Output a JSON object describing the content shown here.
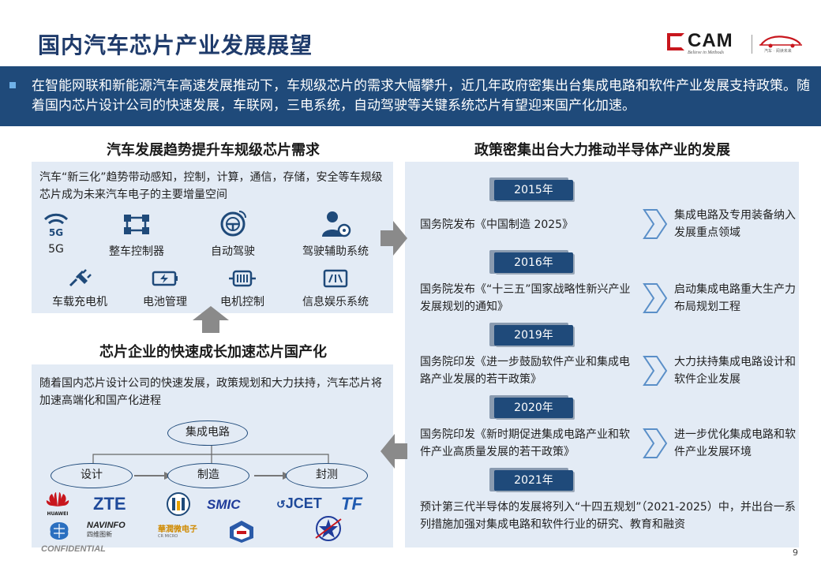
{
  "header": {
    "title": "国内汽车芯片产业发展展望",
    "logo_text": "CAM",
    "logo_slogan": "Believe in Methods",
    "logo2_sub": "汽车 · 阅读未来"
  },
  "banner": {
    "text": "在智能网联和新能源汽车高速发展推动下，车规级芯片的需求大幅攀升，近几年政府密集出台集成电路和软件产业发展支持政策。随着国内芯片设计公司的快速发展，车联网，三电系统，自动驾驶等关键系统芯片有望迎来国产化加速。"
  },
  "left_top": {
    "heading": "汽车发展趋势提升车规级芯片需求",
    "desc": "汽车“新三化”趋势带动感知，控制，计算，通信，存储，安全等车规级芯片成为未来汽车电子的主要增量空间",
    "icons": [
      {
        "label": "5G",
        "icon": "wifi-5g-icon"
      },
      {
        "label": "整车控制器",
        "icon": "vehicle-controller-icon"
      },
      {
        "label": "自动驾驶",
        "icon": "steering-wheel-icon"
      },
      {
        "label": "驾驶辅助系统",
        "icon": "driver-assist-icon"
      },
      {
        "label": "车载充电机",
        "icon": "charger-plug-icon"
      },
      {
        "label": "电池管理",
        "icon": "battery-icon"
      },
      {
        "label": "电机控制",
        "icon": "motor-icon"
      },
      {
        "label": "信息娱乐系统",
        "icon": "infotainment-icon"
      }
    ]
  },
  "left_bottom": {
    "heading": "芯片企业的快速成长加速芯片国产化",
    "desc": "随着国内芯片设计公司的快速发展，政策规划和大力扶持，汽车芯片将加速高端化和国产化进程",
    "flow": {
      "top": "集成电路",
      "steps": [
        "设计",
        "制造",
        "封测"
      ]
    },
    "logos": [
      "HUAWEI",
      "ZTE",
      "SMIC",
      "JCET",
      "TF",
      "NAVINFO",
      "四维图新",
      "華潤微电子",
      "CR MICRO"
    ]
  },
  "right": {
    "heading": "政策密集出台大力推动半导体产业的发展",
    "timeline": [
      {
        "year": "2015年",
        "policy": "国务院发布《中国制造 2025》",
        "result": "集成电路及专用装备纳入发展重点领域"
      },
      {
        "year": "2016年",
        "policy": "国务院发布《“十三五”国家战略性新兴产业发展规划的通知》",
        "result": "启动集成电路重大生产力布局规划工程"
      },
      {
        "year": "2019年",
        "policy": "国务院印发《进一步鼓励软件产业和集成电路产业发展的若干政策》",
        "result": "大力扶持集成电路设计和软件企业发展"
      },
      {
        "year": "2020年",
        "policy": "国务院印发《新时期促进集成电路产业和软件产业高质量发展的若干政策》",
        "result": "进一步优化集成电路和软件产业发展环境"
      },
      {
        "year": "2021年",
        "policy": "预计第三代半导体的发展将列入“十四五规划”（2021-2025）中，并出台一系列措施加强对集成电路和软件行业的研究、教育和融资",
        "result": ""
      }
    ]
  },
  "footer": {
    "confidential": "CONFIDENTIAL",
    "page": "9"
  },
  "colors": {
    "primary": "#1f4a7a",
    "panel": "#e3ebf5",
    "accent_red": "#c8161d",
    "icon_blue": "#1f4a7a"
  }
}
